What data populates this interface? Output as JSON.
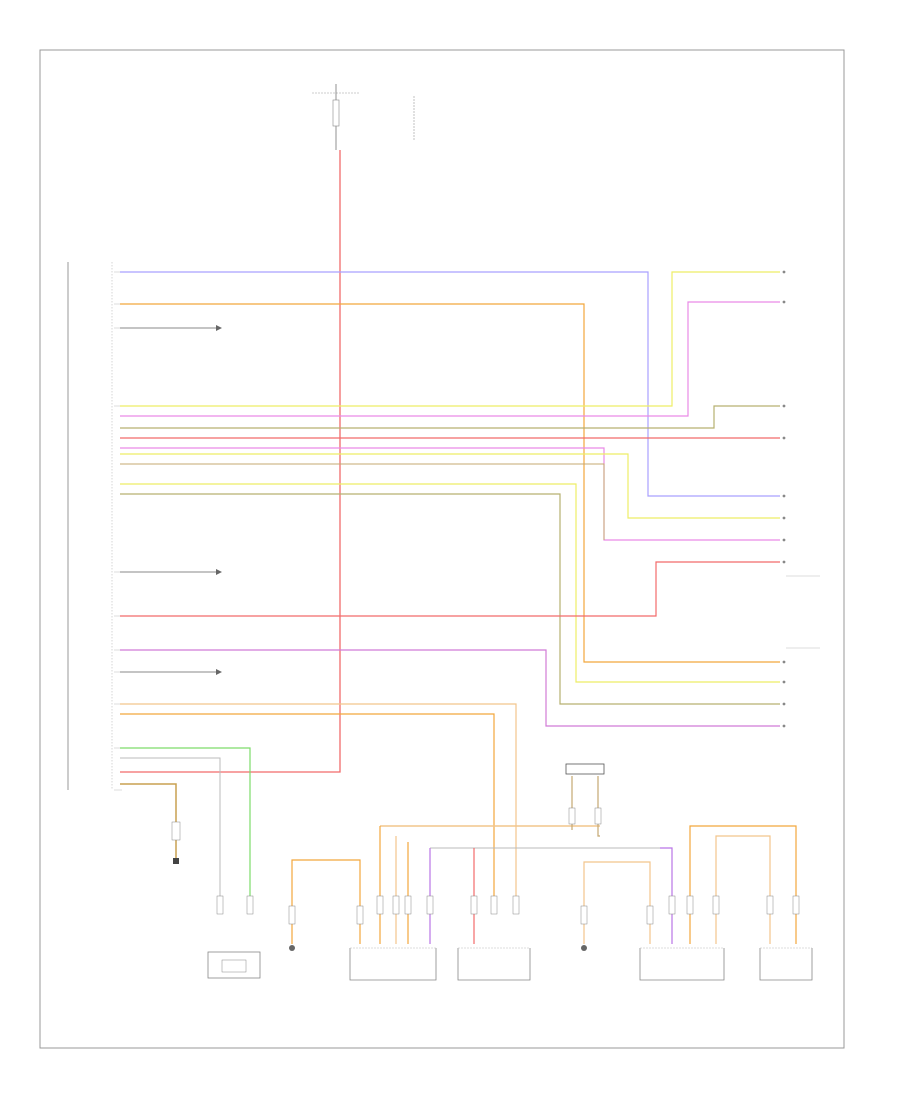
{
  "page_id": "",
  "top_component": {
    "lines": [
      "",
      ""
    ]
  },
  "colors": {
    "red": "#f26b6b",
    "orange": "#f2a63c",
    "yellow": "#eeee66",
    "violet": "#b974e6",
    "lilac": "#a9a0ff",
    "gray": "#9a9a9a",
    "brown": "#a78a55",
    "green": "#7ddc6a",
    "olive": "#b6b070",
    "frame": "#999999",
    "text": "#333333"
  },
  "main_module": {
    "label_lines": [
      "",
      "",
      "",
      ""
    ]
  },
  "right_connectors": [
    {
      "id": "rc1",
      "label_lines": [
        "",
        ""
      ]
    },
    {
      "id": "rc2",
      "label_lines": [
        "",
        ""
      ]
    },
    {
      "id": "rc3",
      "label_lines": [
        "",
        "",
        ""
      ]
    },
    {
      "id": "rc4",
      "label_lines": [
        "",
        "",
        ""
      ]
    }
  ],
  "bottom_components": [
    {
      "id": "bc1",
      "label_lines": [
        "",
        ""
      ]
    },
    {
      "id": "bc2",
      "label_lines": [
        "",
        "",
        ""
      ]
    },
    {
      "id": "bc3",
      "label_lines": [
        "",
        "",
        ""
      ]
    },
    {
      "id": "bc4",
      "label_lines": [
        "",
        "",
        ""
      ]
    },
    {
      "id": "bc5",
      "label_lines": [
        "",
        "",
        ""
      ]
    },
    {
      "id": "bc6",
      "label_lines": [
        "",
        "",
        "",
        "",
        ""
      ]
    },
    {
      "id": "bc7",
      "label_lines": [
        "",
        "",
        "",
        "",
        ""
      ]
    }
  ]
}
